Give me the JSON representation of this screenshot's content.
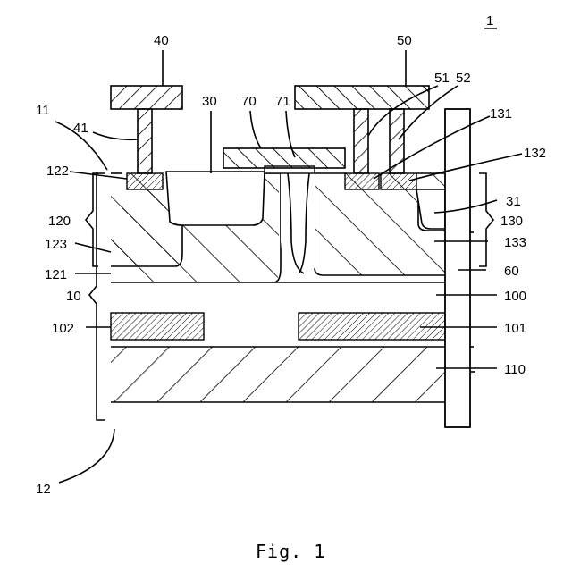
{
  "figure": {
    "number_label": "1",
    "caption": "Fig. 1"
  },
  "labels": {
    "l40": "40",
    "l50": "50",
    "l11": "11",
    "l41": "41",
    "l30": "30",
    "l70": "70",
    "l71": "71",
    "l51": "51",
    "l52": "52",
    "l131": "131",
    "l122": "122",
    "l132": "132",
    "l31": "31",
    "l120": "120",
    "l130": "130",
    "l123": "123",
    "l133": "133",
    "l121": "121",
    "l60": "60",
    "l10": "10",
    "l100": "100",
    "l102": "102",
    "l101": "101",
    "l110": "110",
    "l12": "12"
  }
}
